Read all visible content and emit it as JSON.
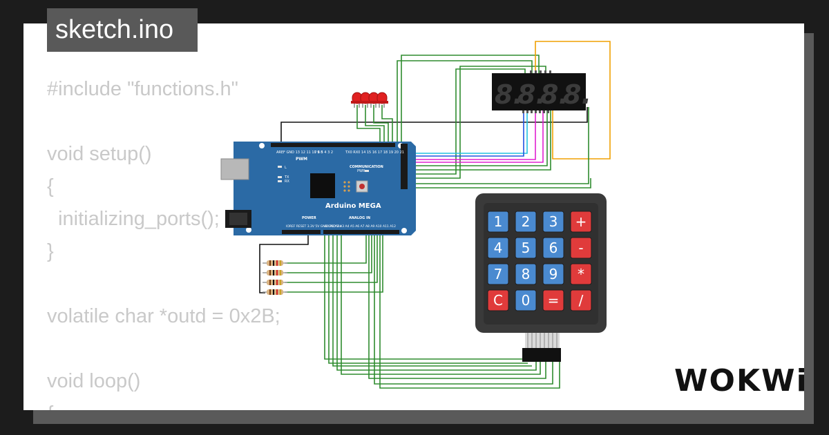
{
  "sketch": {
    "filename": "sketch.ino",
    "code_lines": [
      "#include \"functions.h\"",
      "",
      "void setup()",
      "{",
      "  initializing_ports();",
      "}",
      "",
      "volatile char *outd = 0x2B;",
      "",
      "void loop()",
      "{"
    ]
  },
  "board": {
    "name": "Arduino MEGA",
    "section_pwm": "PWM",
    "section_communication": "COMMUNICATION",
    "section_power": "POWER",
    "section_analog": "ANALOG IN",
    "led_l": "L",
    "led_tx": "TX",
    "led_rx": "RX",
    "led_pwr": "PWR"
  },
  "keypad": {
    "rows": [
      [
        "1",
        "2",
        "3",
        "+"
      ],
      [
        "4",
        "5",
        "6",
        "-"
      ],
      [
        "7",
        "8",
        "9",
        "*"
      ],
      [
        "C",
        "0",
        "=",
        "/"
      ]
    ]
  },
  "display": {
    "digits": [
      "8.",
      "8.",
      "8.",
      "8."
    ]
  },
  "brand": {
    "logo": "WOKWi"
  },
  "colors": {
    "board": "#2b6aa5",
    "key_number": "#4a8ad0",
    "key_operator": "#e03b3b",
    "wire_green": "#2e8b2e",
    "wire_orange": "#f0a000",
    "wire_cyan": "#21c2e0",
    "wire_magenta": "#e020d0",
    "wire_blue": "#2050e0",
    "wire_black": "#111111"
  }
}
